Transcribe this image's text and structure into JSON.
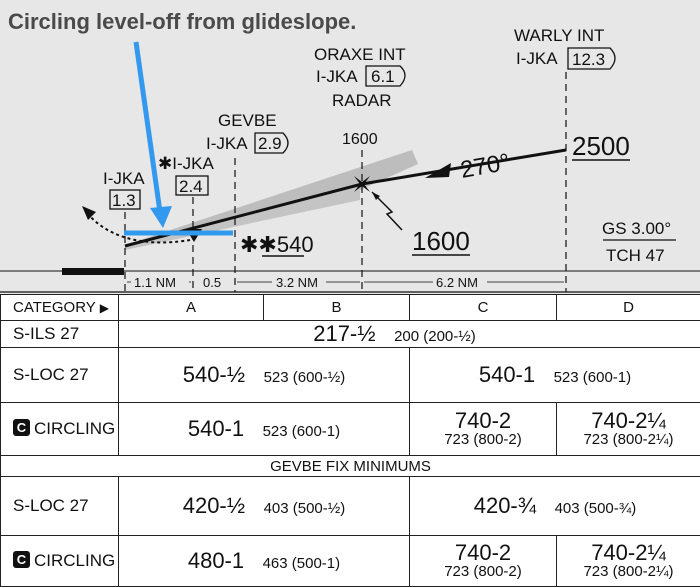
{
  "callout": {
    "text": "Circling level-off from glideslope."
  },
  "fixes": {
    "ijka_fix": {
      "line1": "I-JKA",
      "dme": "1.3"
    },
    "circling_fix": {
      "line1": "✱I-JKA",
      "dme": "2.4"
    },
    "gevbe": {
      "name": "GEVBE",
      "ident": "I-JKA",
      "dme": "2.9",
      "altitude": "✱✱540"
    },
    "oraxe": {
      "name": "ORAXE INT",
      "ident": "I-JKA",
      "dme": "6.1",
      "note": "RADAR",
      "altitude": "1600",
      "gs_altitude": "1600"
    },
    "warly": {
      "name": "WARLY INT",
      "ident": "I-JKA",
      "dme": "12.3",
      "altitude": "2500"
    }
  },
  "course": {
    "label": "270°"
  },
  "glideslope": {
    "gs": "GS 3.00°",
    "tch": "TCH 47"
  },
  "distances": [
    "1.1 NM",
    "0.5",
    "3.2 NM",
    "6.2 NM"
  ],
  "minima": {
    "header": {
      "category": "CATEGORY",
      "a": "A",
      "b": "B",
      "c": "C",
      "d": "D"
    },
    "rows": {
      "sils": {
        "label": "S-ILS 27",
        "big": "217-½",
        "small": "200 (200-½)"
      },
      "sloc": {
        "label": "S-LOC 27",
        "ab_big": "540-½",
        "ab_small": "523 (600-½)",
        "cd_big": "540-1",
        "cd_small": "523 (600-1)"
      },
      "circling": {
        "badge": "C",
        "label": "CIRCLING",
        "ab_big": "540-1",
        "ab_small": "523 (600-1)",
        "c_big": "740-2",
        "c_small": "723 (800-2)",
        "d_big": "740-2¼",
        "d_small": "723 (800-2¼)"
      },
      "gevbe_title": "GEVBE FIX MINIMUMS",
      "sloc2": {
        "label": "S-LOC 27",
        "ab_big": "420-½",
        "ab_small": "403 (500-½)",
        "cd_big": "420-¾",
        "cd_small": "403 (500-¾)"
      },
      "circling2": {
        "badge": "C",
        "label": "CIRCLING",
        "ab_big": "480-1",
        "ab_small": "463 (500-1)",
        "c_big": "740-2",
        "c_small": "723 (800-2)",
        "d_big": "740-2¼",
        "d_small": "723 (800-2¼)"
      }
    }
  },
  "colors": {
    "callout_arrow": "#3399ee",
    "glideslope_wedge": "#bdbdbd",
    "background": "#e7e7e7"
  }
}
